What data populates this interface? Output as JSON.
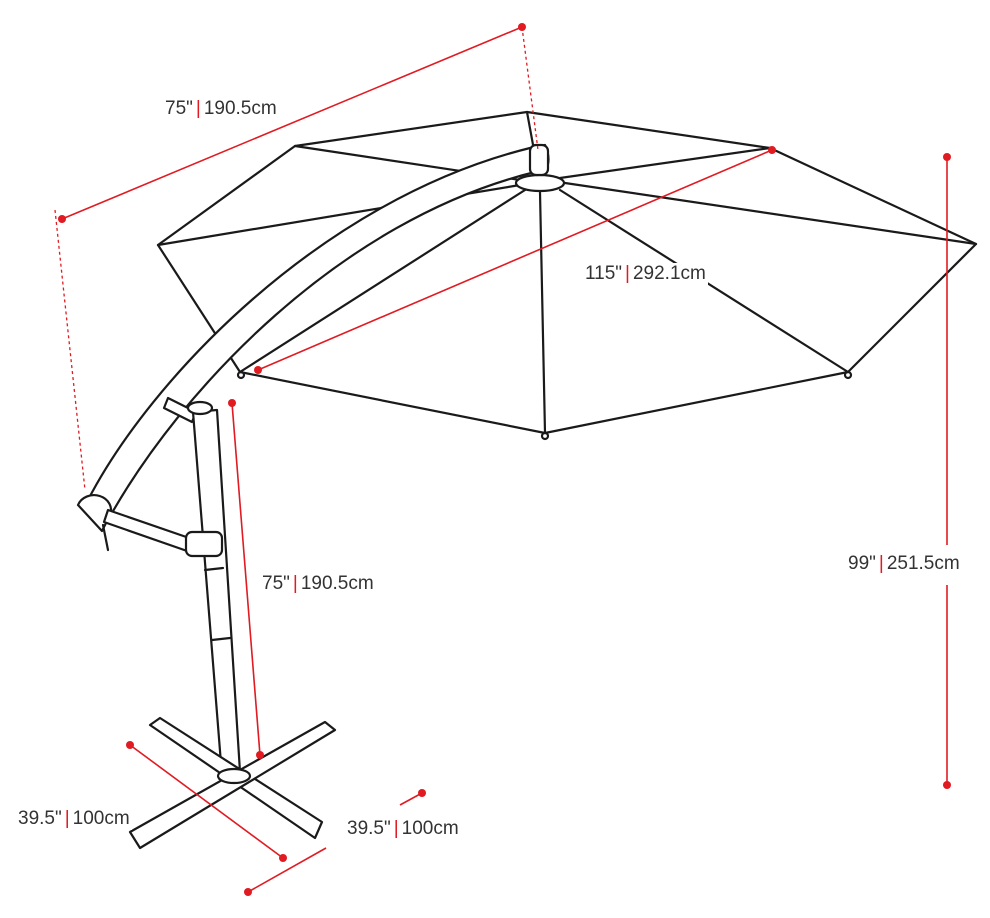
{
  "colors": {
    "dimension": "#e01b22",
    "outline": "#1a1a1a"
  },
  "dimensions": {
    "arm_length": {
      "inches": "75\"",
      "sep": "|",
      "cm": "190.5cm"
    },
    "canopy_diameter": {
      "inches": "115\"",
      "sep": "|",
      "cm": "292.1cm"
    },
    "total_height": {
      "inches": "99\"",
      "sep": "|",
      "cm": "251.5cm"
    },
    "pole_height": {
      "inches": "75\"",
      "sep": "|",
      "cm": "190.5cm"
    },
    "base_depth": {
      "inches": "39.5\"",
      "sep": "|",
      "cm": "100cm"
    },
    "base_width": {
      "inches": "39.5\"",
      "sep": "|",
      "cm": "100cm"
    }
  }
}
